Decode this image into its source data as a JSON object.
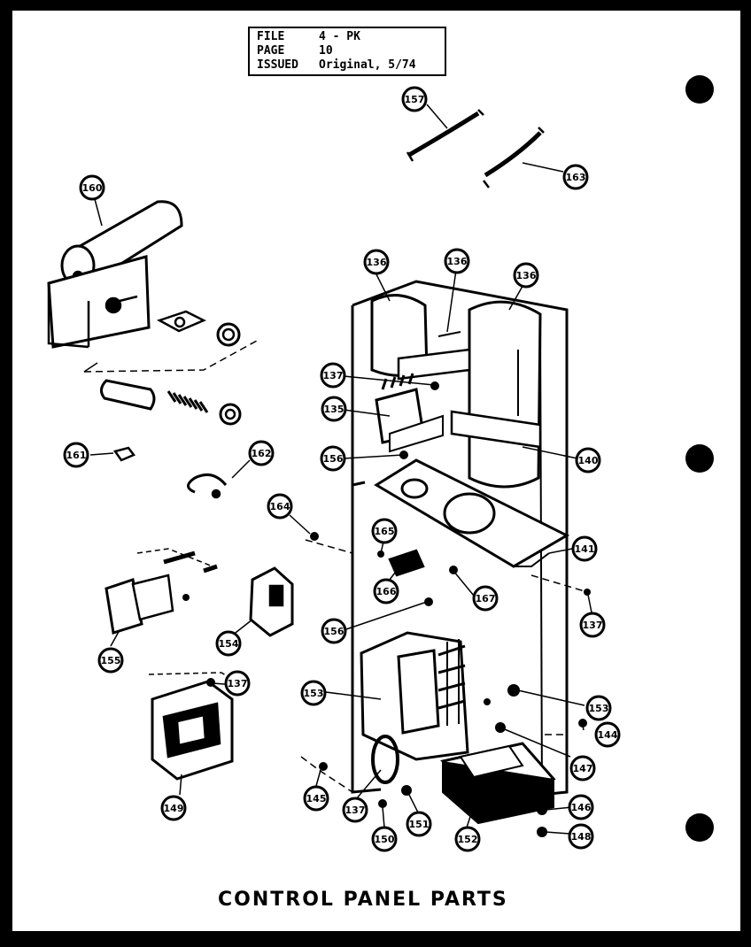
{
  "header": {
    "rows": [
      {
        "key": "FILE",
        "value": "4 - PK"
      },
      {
        "key": "PAGE",
        "value": "10"
      },
      {
        "key": "ISSUED",
        "value": "Original, 5/74"
      }
    ]
  },
  "title": "CONTROL PANEL PARTS",
  "callouts": [
    "157",
    "163",
    "160",
    "136",
    "136",
    "136",
    "137",
    "135",
    "156",
    "140",
    "161",
    "162",
    "164",
    "165",
    "166",
    "167",
    "141",
    "137",
    "156",
    "155",
    "154",
    "137",
    "153",
    "153",
    "144",
    "147",
    "145",
    "137",
    "150",
    "151",
    "152",
    "146",
    "148",
    "149"
  ],
  "colors": {
    "paper": "#ffffff",
    "ink": "#000000",
    "border": "#000000"
  }
}
